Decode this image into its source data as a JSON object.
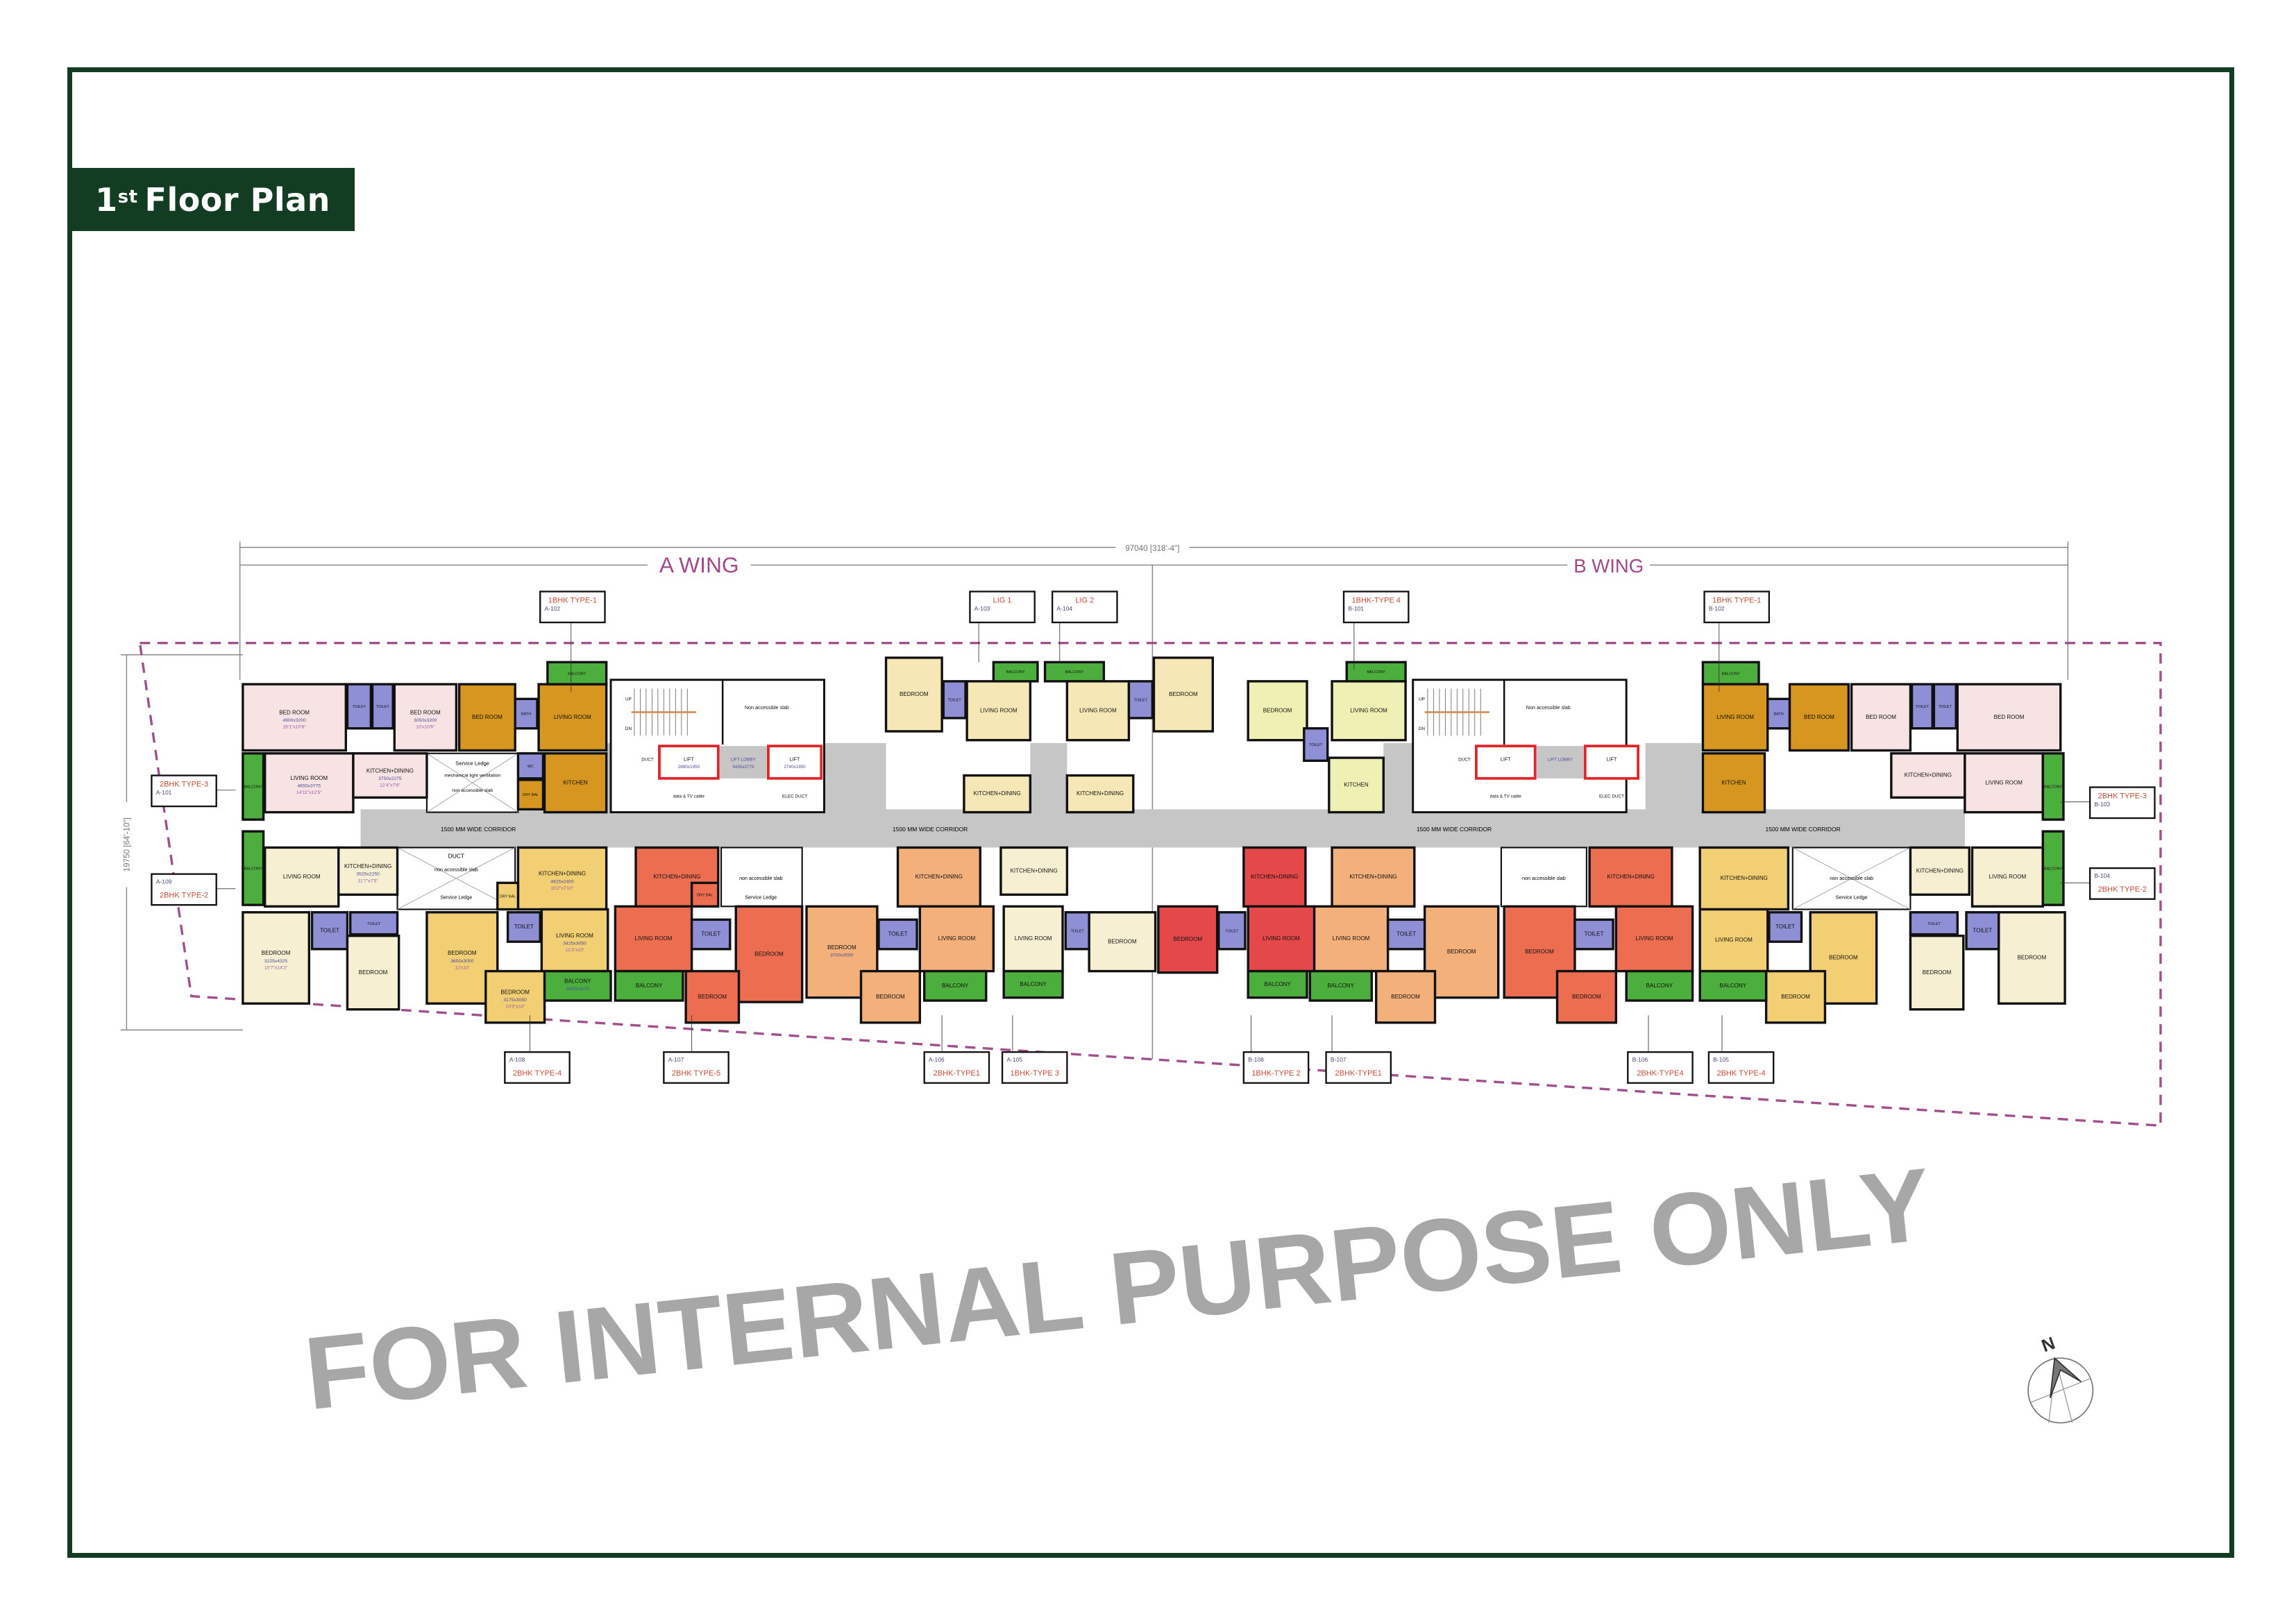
{
  "title": {
    "number": "1",
    "suffix": "st",
    "text": "Floor Plan"
  },
  "dimensions": {
    "overall_width": "97040 [318'-4\"]",
    "overall_depth": "19750 [64'-10\"]"
  },
  "wings": {
    "a": "A WING",
    "b": "B WING"
  },
  "corridor_label": "1500 MM WIDE CORRIDOR",
  "watermark": "FOR INTERNAL PURPOSE ONLY",
  "compass": {
    "label": "N"
  },
  "colors": {
    "frame": "#123d22",
    "plot_line": "#a0508a",
    "wing_label": "#a04a8a",
    "balcony": "#4cae3c",
    "toilet": "#8f8fd6",
    "corridor": "#c6c6c6",
    "lift_outline": "#e0262b",
    "type_label": "#c0503a",
    "watermark": "#9b9b9b"
  },
  "misc": {
    "service_ledge": "Service Ledge",
    "duct": "DUCT",
    "non_accessible": "non accessible slab",
    "mech_vent": "mechanical light ventilation"
  },
  "cores": [
    {
      "wing": "A",
      "lift1": "LIFT",
      "lift1_dims": "2880x1950",
      "lobby": "LIFT LOBBY",
      "lobby_dims": "3435x3775",
      "lift2": "LIFT",
      "lift2_dims": "2740x1950",
      "slab": "Non accessible slab",
      "duct": "DUCT",
      "cable": "data & TV cable",
      "elec": "ELEC DUCT",
      "up": "UP",
      "dn": "DN"
    },
    {
      "wing": "B",
      "lift1": "LIFT",
      "lift1_dims": "",
      "lobby": "LIFT LOBBY",
      "lobby_dims": "",
      "lift2": "LIFT",
      "lift2_dims": "",
      "slab": "Non accessible slab",
      "duct": "DUCT",
      "cable": "data & TV cable",
      "elec": "ELEC DUCT",
      "up": "UP",
      "dn": "DN"
    }
  ],
  "units": [
    {
      "id": "A-101",
      "type": "2BHK TYPE-3",
      "color": "#f7e3e3",
      "rooms": [
        {
          "name": "BED ROOM",
          "dims": "4900x3200",
          "imperial": "16'1\"x10'6\""
        },
        {
          "name": "TOILET"
        },
        {
          "name": "TOILET"
        },
        {
          "name": "BED ROOM",
          "dims": "3050x3200",
          "imperial": "10'x10'6\""
        },
        {
          "name": "BALCONY"
        },
        {
          "name": "LIVING ROOM",
          "dims": "4650x3775",
          "imperial": "14'11\"x12'5\""
        },
        {
          "name": "KITCHEN+DINING",
          "dims": "3750x2275",
          "imperial": "12'4\"x7'6\""
        }
      ]
    },
    {
      "id": "A-102",
      "type": "1BHK TYPE-1",
      "color": "#d6961f",
      "rooms": [
        {
          "name": "BED ROOM"
        },
        {
          "name": "BATH"
        },
        {
          "name": "LIVING ROOM"
        },
        {
          "name": "BALCONY"
        },
        {
          "name": "KITCHEN"
        },
        {
          "name": "WC"
        },
        {
          "name": "DRY BAL"
        }
      ]
    },
    {
      "id": "A-103",
      "type": "LIG 1",
      "color": "#f6e8b6",
      "rooms": [
        {
          "name": "BEDROOM"
        },
        {
          "name": "TOILET"
        },
        {
          "name": "LIVING ROOM"
        },
        {
          "name": "BALCONY"
        },
        {
          "name": "KITCHEN+DINING"
        }
      ]
    },
    {
      "id": "A-104",
      "type": "LIG 2",
      "color": "#f6e8b6",
      "rooms": [
        {
          "name": "BALCONY"
        },
        {
          "name": "LIVING ROOM"
        },
        {
          "name": "TOILET"
        },
        {
          "name": "BEDROOM"
        },
        {
          "name": "KITCHEN+DINING"
        }
      ]
    },
    {
      "id": "B-101",
      "type": "1BHK-TYPE 4",
      "color": "#eef0b4",
      "rooms": [
        {
          "name": "BEDROOM"
        },
        {
          "name": "TOILET"
        },
        {
          "name": "LIVING ROOM"
        },
        {
          "name": "BALCONY"
        },
        {
          "name": "KITCHEN"
        }
      ]
    },
    {
      "id": "B-102",
      "type": "1BHK TYPE-1",
      "color": "#d6961f",
      "rooms": [
        {
          "name": "BALCONY"
        },
        {
          "name": "LIVING ROOM"
        },
        {
          "name": "BATH"
        },
        {
          "name": "BED ROOM"
        },
        {
          "name": "KITCHEN"
        }
      ]
    },
    {
      "id": "B-103",
      "type": "2BHK TYPE-3",
      "color": "#f7e3e3",
      "rooms": [
        {
          "name": "BED ROOM"
        },
        {
          "name": "TOILET"
        },
        {
          "name": "TOILET"
        },
        {
          "name": "BED ROOM"
        },
        {
          "name": "KITCHEN+DINING"
        },
        {
          "name": "LIVING ROOM"
        },
        {
          "name": "BALCONY"
        }
      ]
    },
    {
      "id": "A-109",
      "type": "2BHK TYPE-2",
      "color": "#f6efd2",
      "rooms": [
        {
          "name": "BALCONY"
        },
        {
          "name": "LIVING ROOM"
        },
        {
          "name": "KITCHEN+DINING",
          "dims": "3525x2250",
          "imperial": "11'7\"x7'5\""
        },
        {
          "name": "BEDROOM",
          "dims": "3225x4325",
          "imperial": "10'7\"x14'2\""
        },
        {
          "name": "TOILET"
        },
        {
          "name": "TOILET"
        },
        {
          "name": "BEDROOM"
        }
      ]
    },
    {
      "id": "A-108",
      "type": "2BHK TYPE-4",
      "color": "#f3cf73",
      "rooms": [
        {
          "name": "KITCHEN+DINING",
          "dims": "4625x2400",
          "imperial": "15'2\"x7'10\""
        },
        {
          "name": "BEDROOM",
          "dims": "3650x3050",
          "imperial": "12'x10'"
        },
        {
          "name": "TOILET"
        },
        {
          "name": "LIVING ROOM",
          "dims": "3425x3050",
          "imperial": "11'3\"x10'"
        },
        {
          "name": "BEDROOM",
          "dims": "3175x3050",
          "imperial": "10'5\"x10'"
        },
        {
          "name": "BALCONY",
          "dims": "3425x1175"
        },
        {
          "name": "DRY BAL"
        }
      ]
    },
    {
      "id": "A-107",
      "type": "2BHK TYPE-5",
      "color": "#ec6d4f",
      "rooms": [
        {
          "name": "KITCHEN+DINING"
        },
        {
          "name": "LIVING ROOM"
        },
        {
          "name": "TOILET"
        },
        {
          "name": "BEDROOM"
        },
        {
          "name": "BEDROOM"
        },
        {
          "name": "BALCONY"
        },
        {
          "name": "DRY BAL"
        }
      ]
    },
    {
      "id": "A-106",
      "type": "2BHK-TYPE1",
      "color": "#f3b07a",
      "rooms": [
        {
          "name": "KITCHEN+DINING"
        },
        {
          "name": "BEDROOM",
          "dims": "3700x3050"
        },
        {
          "name": "TOILET"
        },
        {
          "name": "LIVING ROOM"
        },
        {
          "name": "BEDROOM"
        },
        {
          "name": "BALCONY"
        }
      ]
    },
    {
      "id": "A-105",
      "type": "1BHK-TYPE 3",
      "color": "#f6efd2",
      "rooms": [
        {
          "name": "KITCHEN+DINING"
        },
        {
          "name": "LIVING ROOM"
        },
        {
          "name": "BALCONY"
        },
        {
          "name": "TOILET"
        },
        {
          "name": "BEDROOM"
        }
      ]
    },
    {
      "id": "B-108",
      "type": "1BHK-TYPE 2",
      "color": "#e54848",
      "rooms": [
        {
          "name": "KITCHEN+DINING"
        },
        {
          "name": "BEDROOM"
        },
        {
          "name": "TOILET"
        },
        {
          "name": "LIVING ROOM"
        },
        {
          "name": "BALCONY"
        }
      ]
    },
    {
      "id": "B-107",
      "type": "2BHK-TYPE1",
      "color": "#f3b07a",
      "rooms": [
        {
          "name": "KITCHEN+DINING"
        },
        {
          "name": "LIVING ROOM"
        },
        {
          "name": "TOILET"
        },
        {
          "name": "BEDROOM"
        },
        {
          "name": "BEDROOM"
        },
        {
          "name": "BALCONY"
        }
      ]
    },
    {
      "id": "B-106",
      "type": "2BHK-TYPE4",
      "color": "#ec6d4f",
      "rooms": [
        {
          "name": "KITCHEN+DINING"
        },
        {
          "name": "BEDROOM"
        },
        {
          "name": "TOILET"
        },
        {
          "name": "LIVING ROOM"
        },
        {
          "name": "BEDROOM"
        },
        {
          "name": "BALCONY"
        }
      ]
    },
    {
      "id": "B-105",
      "type": "2BHK TYPE-4",
      "color": "#f3cf73",
      "rooms": [
        {
          "name": "KITCHEN+DINING"
        },
        {
          "name": "LIVING ROOM"
        },
        {
          "name": "TOILET"
        },
        {
          "name": "BEDROOM"
        },
        {
          "name": "BEDROOM"
        },
        {
          "name": "BALCONY"
        }
      ]
    },
    {
      "id": "B-104",
      "type": "2BHK TYPE-2",
      "color": "#f6efd2",
      "rooms": [
        {
          "name": "KITCHEN+DINING"
        },
        {
          "name": "LIVING ROOM"
        },
        {
          "name": "BALCONY"
        },
        {
          "name": "BEDROOM"
        },
        {
          "name": "TOILET"
        },
        {
          "name": "BEDROOM"
        },
        {
          "name": "TOILET"
        }
      ]
    }
  ]
}
